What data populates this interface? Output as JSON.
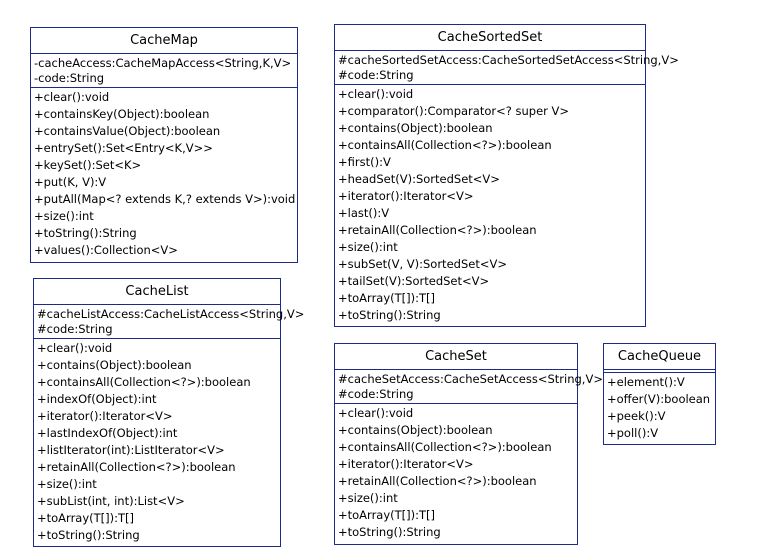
{
  "classes": {
    "cachemap": {
      "name": "CacheMap",
      "attributes": [
        "-cacheAccess:CacheMapAccess<String,K,V>",
        "-code:String"
      ],
      "operations": [
        "+clear():void",
        "+containsKey(Object):boolean",
        "+containsValue(Object):boolean",
        "+entrySet():Set<Entry<K,V>>",
        "+keySet():Set<K>",
        "+put(K, V):V",
        "+putAll(Map<? extends K,? extends V>):void",
        "+size():int",
        "+toString():String",
        "+values():Collection<V>"
      ]
    },
    "cachelist": {
      "name": "CacheList",
      "attributes": [
        "#cacheListAccess:CacheListAccess<String,V>",
        "#code:String"
      ],
      "operations": [
        "+clear():void",
        "+contains(Object):boolean",
        "+containsAll(Collection<?>):boolean",
        "+indexOf(Object):int",
        "+iterator():Iterator<V>",
        "+lastIndexOf(Object):int",
        "+listIterator(int):ListIterator<V>",
        "+retainAll(Collection<?>):boolean",
        "+size():int",
        "+subList(int, int):List<V>",
        "+toArray(T[]):T[]",
        "+toString():String"
      ]
    },
    "cachesortedset": {
      "name": "CacheSortedSet",
      "attributes": [
        "#cacheSortedSetAccess:CacheSortedSetAccess<String,V>",
        "#code:String"
      ],
      "operations": [
        "+clear():void",
        "+comparator():Comparator<? super V>",
        "+contains(Object):boolean",
        "+containsAll(Collection<?>):boolean",
        "+first():V",
        "+headSet(V):SortedSet<V>",
        "+iterator():Iterator<V>",
        "+last():V",
        "+retainAll(Collection<?>):boolean",
        "+size():int",
        "+subSet(V, V):SortedSet<V>",
        "+tailSet(V):SortedSet<V>",
        "+toArray(T[]):T[]",
        "+toString():String"
      ]
    },
    "cacheset": {
      "name": "CacheSet",
      "attributes": [
        "#cacheSetAccess:CacheSetAccess<String,V>",
        "#code:String"
      ],
      "operations": [
        "+clear():void",
        "+contains(Object):boolean",
        "+containsAll(Collection<?>):boolean",
        "+iterator():Iterator<V>",
        "+retainAll(Collection<?>):boolean",
        "+size():int",
        "+toArray(T[]):T[]",
        "+toString():String"
      ]
    },
    "cachequeue": {
      "name": "CacheQueue",
      "attributes": [],
      "operations": [
        "+element():V",
        "+offer(V):boolean",
        "+peek():V",
        "+poll():V"
      ]
    }
  }
}
